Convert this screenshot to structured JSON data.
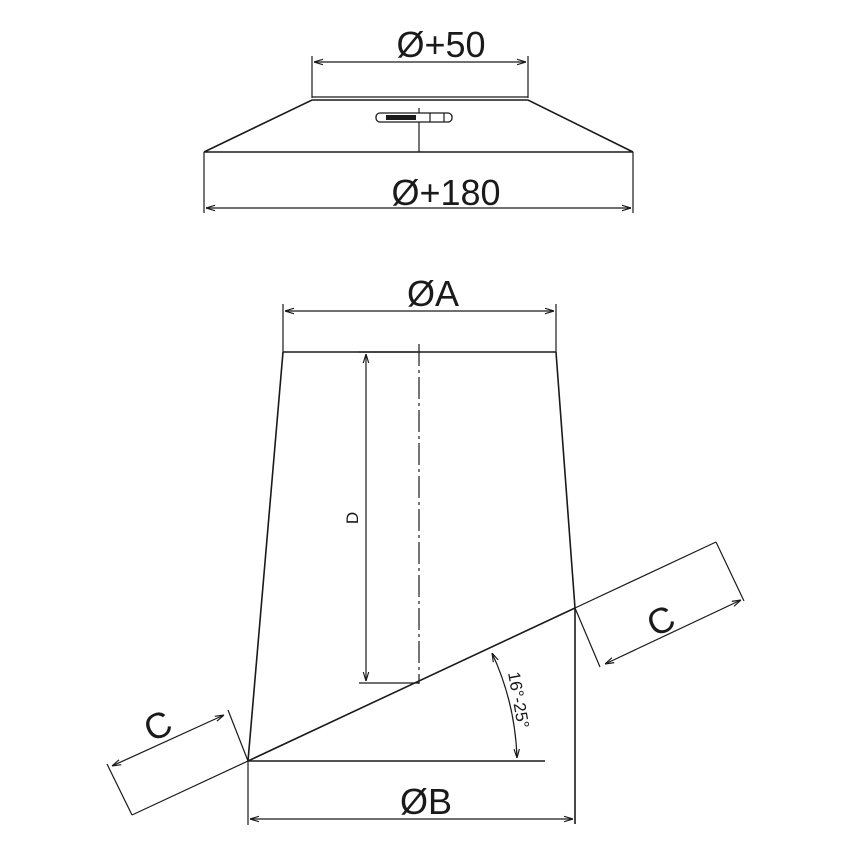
{
  "top_view": {
    "top_diameter_label": "Ø+50",
    "bottom_diameter_label": "Ø+180"
  },
  "side_view": {
    "top_diameter_label": "ØA",
    "bottom_diameter_label": "ØB",
    "height_label": "D",
    "offset_label_left": "C",
    "offset_label_right": "C",
    "angle_label": "16°-25°"
  }
}
